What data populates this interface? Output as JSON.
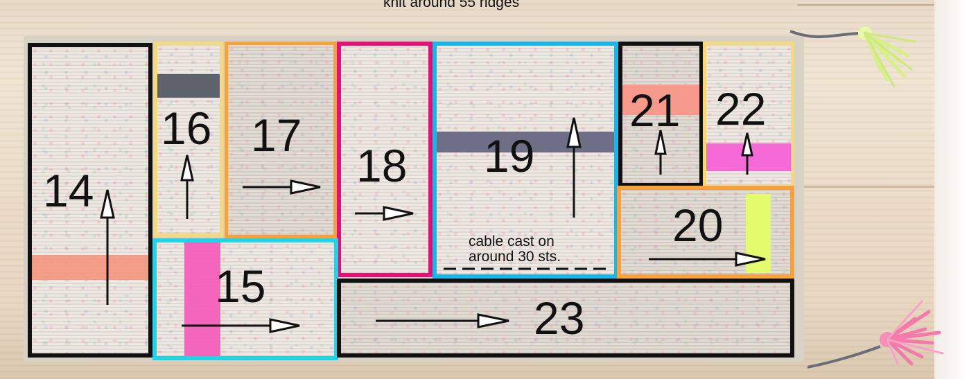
{
  "top_note": "knit around 55 ridges",
  "panels": [
    {
      "number": "14",
      "border_color": "#111111"
    },
    {
      "number": "15",
      "border_color": "#22d3e6"
    },
    {
      "number": "16",
      "border_color": "#f6d97a"
    },
    {
      "number": "17",
      "border_color": "#f5a23c"
    },
    {
      "number": "18",
      "border_color": "#e0127a"
    },
    {
      "number": "19",
      "border_color": "#19b6e8"
    },
    {
      "number": "20",
      "border_color": "#f5a23c"
    },
    {
      "number": "21",
      "border_color": "#111111"
    },
    {
      "number": "22",
      "border_color": "#f6d97a"
    },
    {
      "number": "23",
      "border_color": "#111111"
    }
  ],
  "cast_on_note": {
    "line1": "cable cast on",
    "line2": "around 30 sts."
  },
  "stripe_colors": {
    "coral": "#f4957e",
    "pink": "#f25fb8",
    "slate": "#6e6f86",
    "dark_slate": "#5d626c",
    "lime": "#e4fb6e",
    "salmon": "#f59a8c",
    "hot_pink": "#f56ad7"
  }
}
